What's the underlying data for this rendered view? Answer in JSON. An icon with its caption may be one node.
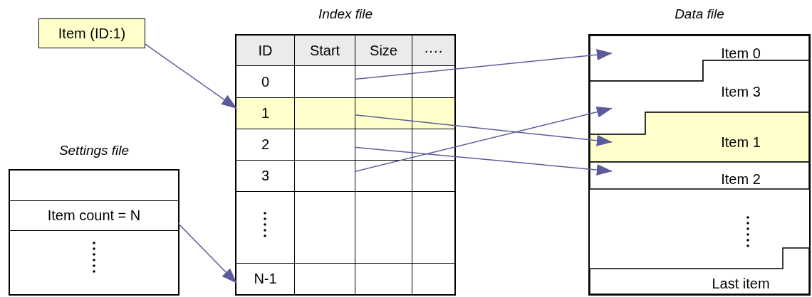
{
  "diagram": {
    "nodes": [
      {
        "text": [
          "Item (ID:1)"
        ]
      },
      {
        "text": [
          "Index file"
        ]
      },
      {
        "text": [
          "0"
        ],
        "in": 1
      },
      {
        "text": [],
        "shape": "box",
        "in": 2
      },
      {
        "text": [
          "1"
        ],
        "in": 1
      },
      {
        "text": [],
        "shape": "box",
        "in": 4
      },
      {
        "text": [
          "2"
        ],
        "in": 1
      },
      {
        "text": [],
        "shape": "box",
        "in": 6
      },
      {
        "text": [
          "3"
        ],
        "in": 1
      },
      {
        "text": [],
        "shape": "box",
        "in": 8
      },
      {
        "text": [
          "N-1"
        ],
        "in": 1
      },
      {
        "text": [
          "Settings file"
        ]
      },
      {
        "text": [
          "Item count = N"
        ],
        "in": 11
      },
      {
        "text": [
          "Data file"
        ]
      },
      {
        "text": [
          "Item 0"
        ],
        "in": 13
      },
      {
        "text": [
          "Item 3"
        ],
        "in": 13
      },
      {
        "text": [
          "Item 1"
        ],
        "in": 13
      },
      {
        "text": [
          "Item 2"
        ],
        "in": 13
      },
      {
        "text": [
          "Last item"
        ],
        "in": 13
      }
    ],
    "edges": [
      {
        "from": 0,
        "to": 4,
        "arrow": "to"
      },
      {
        "from": 3,
        "to": 14,
        "arrow": "to"
      },
      {
        "from": 5,
        "to": 16,
        "arrow": "to"
      },
      {
        "from": 7,
        "to": 17,
        "arrow": "to"
      },
      {
        "from": 9,
        "to": 15,
        "arrow": "to"
      },
      {
        "from": 12,
        "to": 10,
        "arrow": "to"
      }
    ],
    "labels": [
      "ID",
      "Start",
      "Size",
      "····"
    ]
  }
}
